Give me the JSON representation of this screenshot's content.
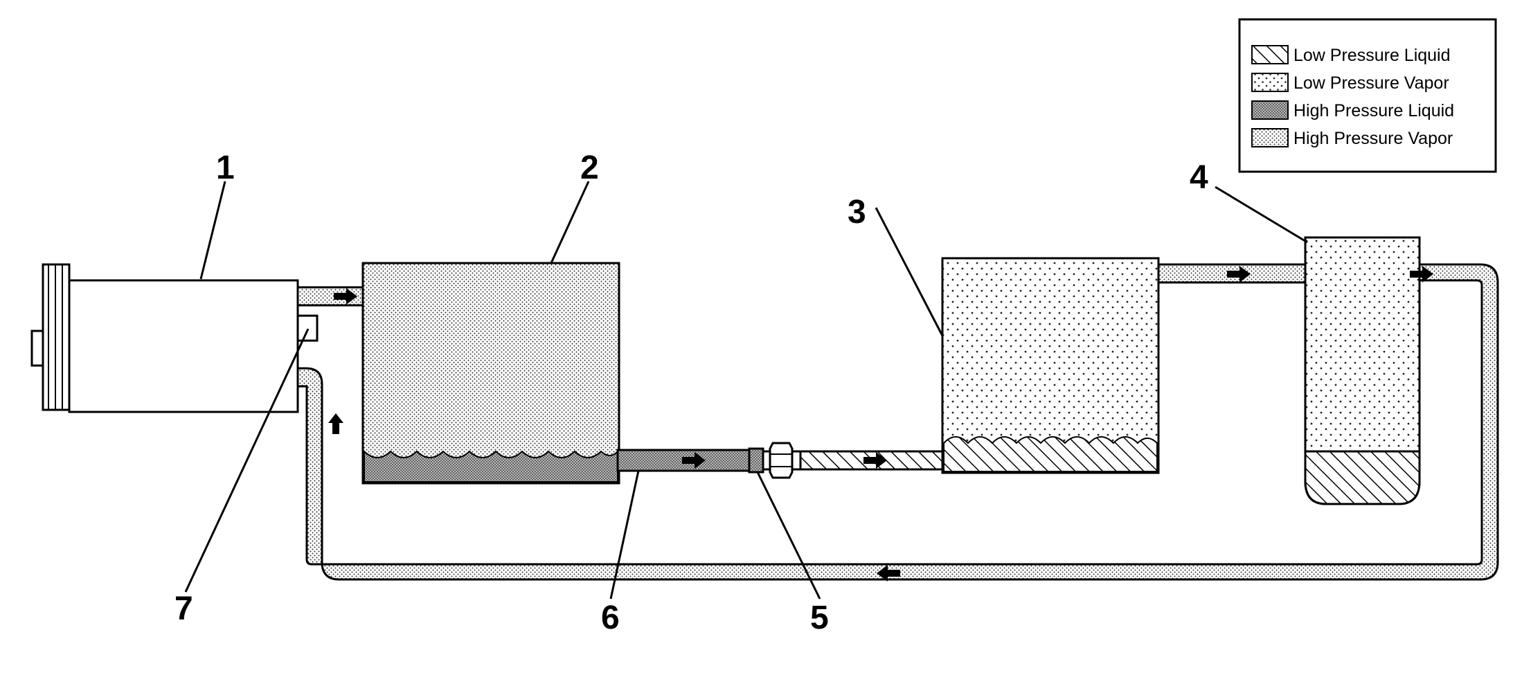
{
  "diagram": {
    "callouts": [
      "1",
      "2",
      "3",
      "4",
      "5",
      "6",
      "7"
    ],
    "legend": {
      "items": [
        {
          "label": "Low Pressure Liquid",
          "pattern": "hatch"
        },
        {
          "label": "Low Pressure Vapor",
          "pattern": "sparse-dots"
        },
        {
          "label": "High Pressure Liquid",
          "pattern": "dense-dots"
        },
        {
          "label": "High Pressure Vapor",
          "pattern": "medium-dots"
        }
      ]
    }
  }
}
